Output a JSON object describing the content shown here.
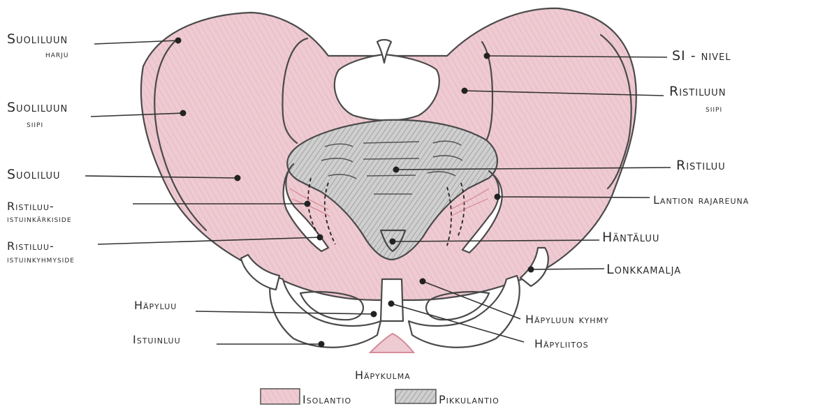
{
  "colors": {
    "greater_pelvis": "#ecc6ce",
    "lesser_pelvis": "#b9b9b9",
    "sacrum": "#9c9c9c",
    "outline": "#4a4a4a"
  },
  "labels_left": {
    "iliac_crest_1": "Suoliluun",
    "iliac_crest_2": "harju",
    "iliac_wing_1": "Suoliluun",
    "iliac_wing_2": "siipi",
    "ilium": "Suoliluu",
    "sacrospinous_1": "Ristiluu-",
    "sacrospinous_2": "istuinkärkiside",
    "sacrotuberous_1": "Ristiluu-",
    "sacrotuberous_2": "istuinkyhmyside",
    "pubis": "Häpyluu",
    "ischium": "Istuinluu"
  },
  "labels_right": {
    "si_joint": "SI - nivel",
    "sacral_wing_1": "Ristiluun",
    "sacral_wing_2": "siipi",
    "sacrum": "Ristiluu",
    "pelvic_brim": "Lantion rajareuna",
    "coccyx": "Häntäluu",
    "acetabulum": "Lonkkamalja",
    "pubic_tubercle": "Häpyluun kyhmy",
    "pubic_symphysis": "Häpyliitos"
  },
  "labels_bottom": {
    "pubic_angle": "Häpykulma"
  },
  "legend": {
    "greater_pelvis": "Isolantio",
    "lesser_pelvis": "Pikkulantio"
  }
}
